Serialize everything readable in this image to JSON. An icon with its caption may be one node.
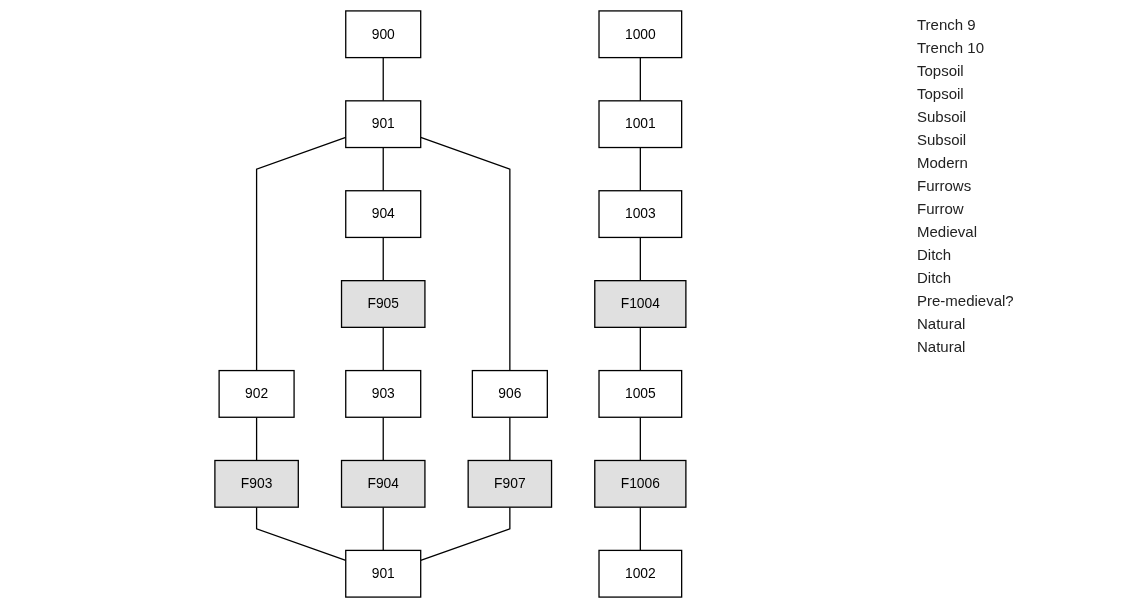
{
  "diagram": {
    "nodes": [
      {
        "text": [
          "900"
        ]
      },
      {
        "text": [
          "901"
        ]
      },
      {
        "text": [
          "902"
        ]
      },
      {
        "text": [
          "904"
        ]
      },
      {
        "text": [
          "906"
        ]
      },
      {
        "text": [
          "F903"
        ]
      },
      {
        "text": [
          "F905"
        ]
      },
      {
        "text": [
          "F907"
        ]
      },
      {
        "text": [
          "903"
        ]
      },
      {
        "text": [
          "F904"
        ]
      },
      {
        "text": [
          "901"
        ]
      },
      {
        "text": [
          "1000"
        ]
      },
      {
        "text": [
          "1001"
        ]
      },
      {
        "text": [
          "1003"
        ]
      },
      {
        "text": [
          "F1004"
        ]
      },
      {
        "text": [
          "1005"
        ]
      },
      {
        "text": [
          "F1006"
        ]
      },
      {
        "text": [
          "1002"
        ]
      }
    ],
    "edges": [
      {
        "from": 0,
        "to": 1,
        "arrow": "none"
      },
      {
        "from": 1,
        "to": 2,
        "arrow": "none"
      },
      {
        "from": 1,
        "to": 3,
        "arrow": "none"
      },
      {
        "from": 1,
        "to": 4,
        "arrow": "none"
      },
      {
        "from": 2,
        "to": 5,
        "arrow": "none"
      },
      {
        "from": 3,
        "to": 6,
        "arrow": "none"
      },
      {
        "from": 4,
        "to": 7,
        "arrow": "none"
      },
      {
        "from": 6,
        "to": 8,
        "arrow": "none"
      },
      {
        "from": 8,
        "to": 9,
        "arrow": "none"
      },
      {
        "from": 5,
        "to": 10,
        "arrow": "none"
      },
      {
        "from": 9,
        "to": 10,
        "arrow": "none"
      },
      {
        "from": 7,
        "to": 10,
        "arrow": "none"
      },
      {
        "from": 11,
        "to": 12,
        "arrow": "none"
      },
      {
        "from": 12,
        "to": 13,
        "arrow": "none"
      },
      {
        "from": 13,
        "to": 14,
        "arrow": "none"
      },
      {
        "from": 14,
        "to": 15,
        "arrow": "none"
      },
      {
        "from": 15,
        "to": 16,
        "arrow": "none"
      },
      {
        "from": 16,
        "to": 17,
        "arrow": "none"
      }
    ],
    "labels": [
      "Trench 9",
      "Trench 10",
      "Topsoil",
      "Topsoil",
      "Subsoil",
      "Subsoil",
      "Modern",
      "Furrows",
      "Furrow",
      "Medieval",
      "Ditch",
      "Ditch",
      "Pre-medieval?",
      "Natural",
      "Natural"
    ]
  }
}
